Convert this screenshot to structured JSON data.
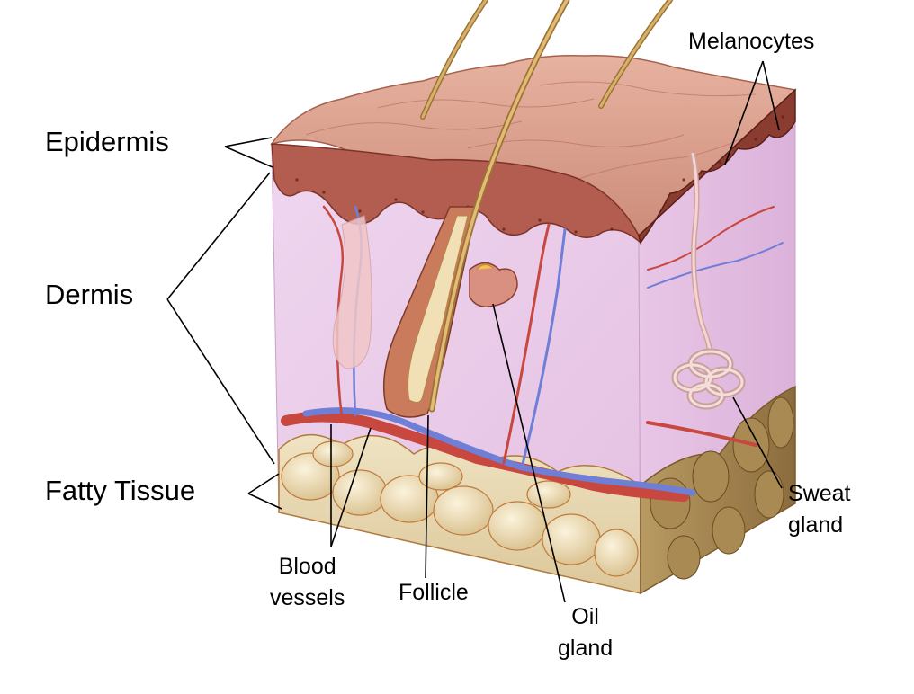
{
  "labels": {
    "epidermis": "Epidermis",
    "dermis": "Dermis",
    "fatty_tissue": "Fatty Tissue",
    "melanocytes": "Melanocytes",
    "sweat_gland_1": "Sweat",
    "sweat_gland_2": "gland",
    "blood_vessels_1": "Blood",
    "blood_vessels_2": "vessels",
    "follicle": "Follicle",
    "oil_gland_1": "Oil",
    "oil_gland_2": "gland"
  },
  "colors": {
    "epidermis_top": "#d99a87",
    "epidermis_section": "#a9554a",
    "dermis": "#ead0ea",
    "fat": "#e8d9b3",
    "fat_dark": "#8b6c3d",
    "artery": "#c8473f",
    "vein": "#6f7fd6",
    "hair": "#c69a4e",
    "leader": "#000000"
  }
}
